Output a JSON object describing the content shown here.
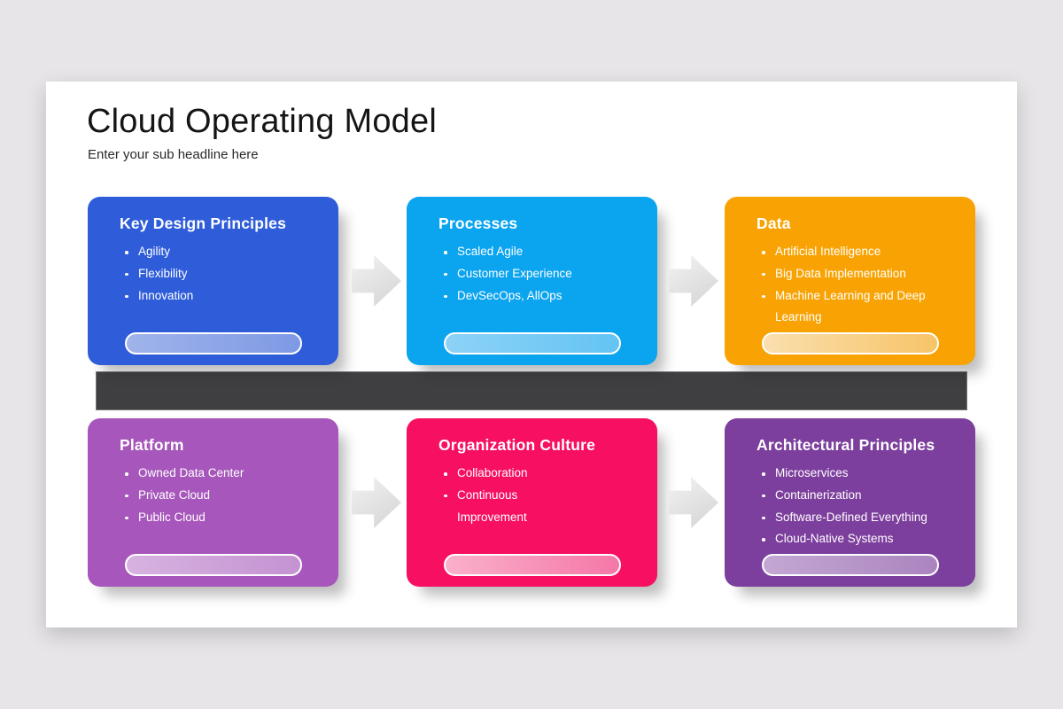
{
  "slide": {
    "title": "Cloud Operating Model",
    "subtitle": "Enter your sub headline here"
  },
  "colors": {
    "page_background": "#e7e5e8",
    "slide_background": "#ffffff",
    "connector_bar": "#3f3e40",
    "arrow": "#dedede",
    "card_text": "#ffffff"
  },
  "cards": [
    {
      "title": "Key Design Principles",
      "color": "#2f5dd9",
      "pill_from": "#a0b4ea",
      "pill_to": "#7e99e5",
      "items": [
        "Agility",
        "Flexibility",
        "Innovation"
      ]
    },
    {
      "title": "Processes",
      "color": "#0aa4ef",
      "pill_from": "#8dd2f7",
      "pill_to": "#64c4f3",
      "items": [
        "Scaled Agile",
        "Customer Experience",
        "DevSecOps, AllOps"
      ]
    },
    {
      "title": "Data",
      "color": "#f8a303",
      "pill_from": "#fadfae",
      "pill_to": "#f7c468",
      "items": [
        "Artificial Intelligence",
        "Big Data Implementation",
        "Machine Learning and Deep\nLearning"
      ]
    },
    {
      "title": "Platform",
      "color": "#a757bb",
      "pill_from": "#d7b3e0",
      "pill_to": "#c492d2",
      "items": [
        "Owned Data Center",
        "Private Cloud",
        "Public Cloud"
      ]
    },
    {
      "title": "Organization Culture",
      "color": "#f70f62",
      "pill_from": "#fab0cb",
      "pill_to": "#f577a7",
      "items": [
        "Collaboration",
        "Continuous\nImprovement"
      ]
    },
    {
      "title": "Architectural Principles",
      "color": "#7d3f9d",
      "pill_from": "#c4a7d3",
      "pill_to": "#aa84bf",
      "items": [
        "Microservices",
        "Containerization",
        "Software-Defined Everything",
        "Cloud-Native Systems"
      ]
    }
  ]
}
